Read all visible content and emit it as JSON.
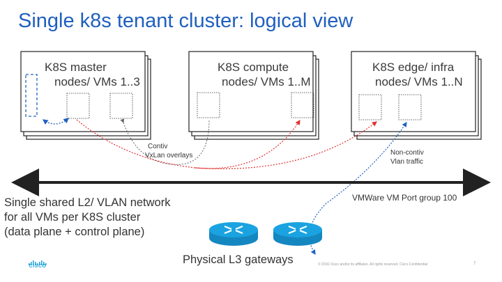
{
  "title": "Single k8s tenant cluster: logical view",
  "master": {
    "line1": "K8S master",
    "line2": "nodes/ VMs 1..3"
  },
  "compute": {
    "line1": "K8S compute",
    "line2": "nodes/ VMs 1..M"
  },
  "edge": {
    "line1": "K8S edge/ infra",
    "line2": "nodes/ VMs 1..N"
  },
  "overlay": {
    "line1": "Contiv",
    "line2": "VxLan overlays"
  },
  "vlan": {
    "line1": "Non-contiv",
    "line2": "Vlan traffic"
  },
  "network": {
    "line1": "Single shared L2/ VLAN network",
    "line2": "for all VMs per K8S cluster",
    "line3": "(data plane + control plane)"
  },
  "portgroup": "VMWare VM Port group 100",
  "gateways": "Physical L3 gateways",
  "footer": "© 2016  Cisco and/or its affiliates. All rights reserved.   Cisco Confidential",
  "page": "7",
  "logo": "CISCO",
  "colors": {
    "title": "#1f5fbf",
    "red": "#e03030",
    "blue": "#2060c0",
    "router": "#1aa3e0"
  }
}
